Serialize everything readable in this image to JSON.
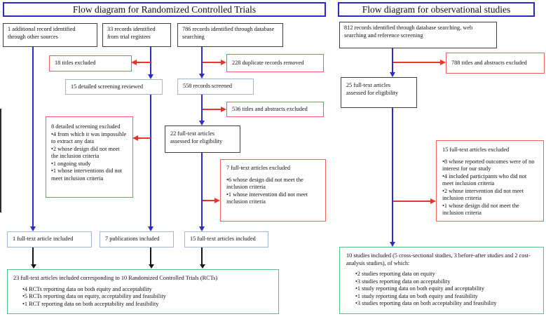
{
  "rct": {
    "title": "Flow diagram for Randomized Controlled Trials",
    "other_sources": "1 additional record identified through other sources",
    "trial_registers": "33 records identified from trial registers",
    "database_searching": "786 records identified through database searching",
    "titles_excluded": "18 titles excluded",
    "detailed_screening_reviewed": "15 detailed screening reviewed",
    "records_screened": "558 records screened",
    "duplicates_removed": "228 duplicate records removed",
    "titles_abstracts_excluded": "536 titles and abstracts excluded",
    "screening_excluded": {
      "header": "8 detailed screening excluded",
      "bullets": [
        "4 from which it was impossible to extract any data",
        "2 whose design did not meet the inclusion criteria",
        "1 ongoing study",
        "1 whose interventions did not meet inclusion criteria"
      ]
    },
    "fulltext_assessed": "22 full-text articles assessed for eligibility",
    "fulltext_excluded": {
      "header": "7 full-text articles excluded",
      "bullets": [
        "6 whose design did not meet the inclusion criteria",
        "1 whose intervention did not meet inclusion criteria"
      ]
    },
    "fulltext_included": "1 full-text article included",
    "publications_included": "7 publications included",
    "fulltext_articles_included": "15 full-text articles included",
    "final": {
      "header": "23 full-text articles included corresponding to 10 Randomized Controlled Trials (RCTs)",
      "bullets": [
        "4 RCTs reporting data on both equity and acceptability",
        "5 RCTs reporting data on equity, acceptability and feasibility",
        "1 RCT reporting data on both acceptability and feasibility"
      ]
    }
  },
  "obs": {
    "title": "Flow diagram for observational studies",
    "records_identified": "812 records identified through database searching, web searching and reference screening",
    "titles_abstracts_excluded": "788 titles and abstracts excluded",
    "fulltext_assessed": "25 full-text articles assessed for eligibility",
    "fulltext_excluded": {
      "header": "15 full-text articles excluded",
      "bullets": [
        "8 whose reported outcomes were of no interest for our study",
        "4 included participants who did not meet inclusion criteria",
        "2 whose intervention did not meet inclusion criteria",
        "1 whose design did not meet the inclusion criteria"
      ]
    },
    "final": {
      "header": "10 studies included (5 cross-sectional studies, 3 before-after studies and 2 cost-analysis studies), of which:",
      "bullets": [
        "2 studies reporting data on equity",
        "3 studies reporting data on acceptability",
        "1 study reporting data on both equity and acceptability",
        "1 study reporting data on both equity and feasibility",
        "3 studies reporting data on both acceptability and feasibility"
      ]
    }
  },
  "colors": {
    "title_border": "#2a2acc",
    "arrow_blue": "#2b2bd0",
    "arrow_red": "#e2352b",
    "arrow_black": "#161616",
    "box_border_red": "#ee6059",
    "box_border_blue": "#a0b6d3",
    "box_border_green": "#54c08a",
    "box_border_dark": "#3d3d3d"
  }
}
